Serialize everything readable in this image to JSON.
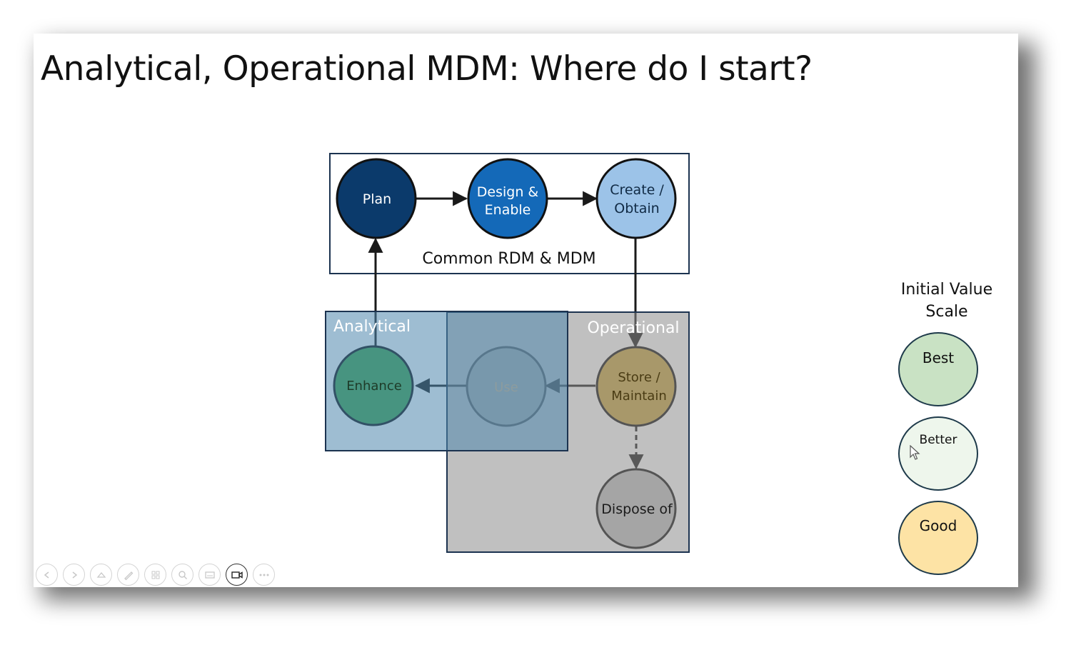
{
  "slide": {
    "title": "Analytical, Operational MDM: Where do I start?"
  },
  "diagram": {
    "common_label": "Common RDM & MDM",
    "analytical_label": "Analytical",
    "operational_label": "Operational",
    "nodes": {
      "plan": "Plan",
      "design_1": "Design &",
      "design_2": "Enable",
      "create_1": "Create /",
      "create_2": "Obtain",
      "enhance": "Enhance",
      "use": "Use",
      "store_1": "Store /",
      "store_2": "Maintain",
      "dispose": "Dispose of"
    },
    "colors": {
      "plan": "#0b3a6b",
      "design": "#1469b8",
      "create": "#9cc3e8",
      "enhance": "#5aa66a",
      "use": "#93a8ad",
      "store": "#a6945a",
      "dispose": "#c4c4c4",
      "analytical_region": "#7fa7c4",
      "operational_region": "#b3b3b3"
    }
  },
  "scale": {
    "title_line1": "Initial Value",
    "title_line2": "Scale",
    "items": [
      {
        "label": "Best",
        "color": "#c9e2c4"
      },
      {
        "label": "Better",
        "color": "#eef6ec"
      },
      {
        "label": "Good",
        "color": "#fde3a5"
      }
    ]
  },
  "toolbar": {
    "buttons": [
      {
        "icon": "previous-icon"
      },
      {
        "icon": "next-icon"
      },
      {
        "icon": "ink-icon"
      },
      {
        "icon": "pen-icon"
      },
      {
        "icon": "slides-grid-icon"
      },
      {
        "icon": "zoom-icon"
      },
      {
        "icon": "subtitles-icon"
      },
      {
        "icon": "camera-icon"
      },
      {
        "icon": "more-options-icon"
      }
    ]
  }
}
